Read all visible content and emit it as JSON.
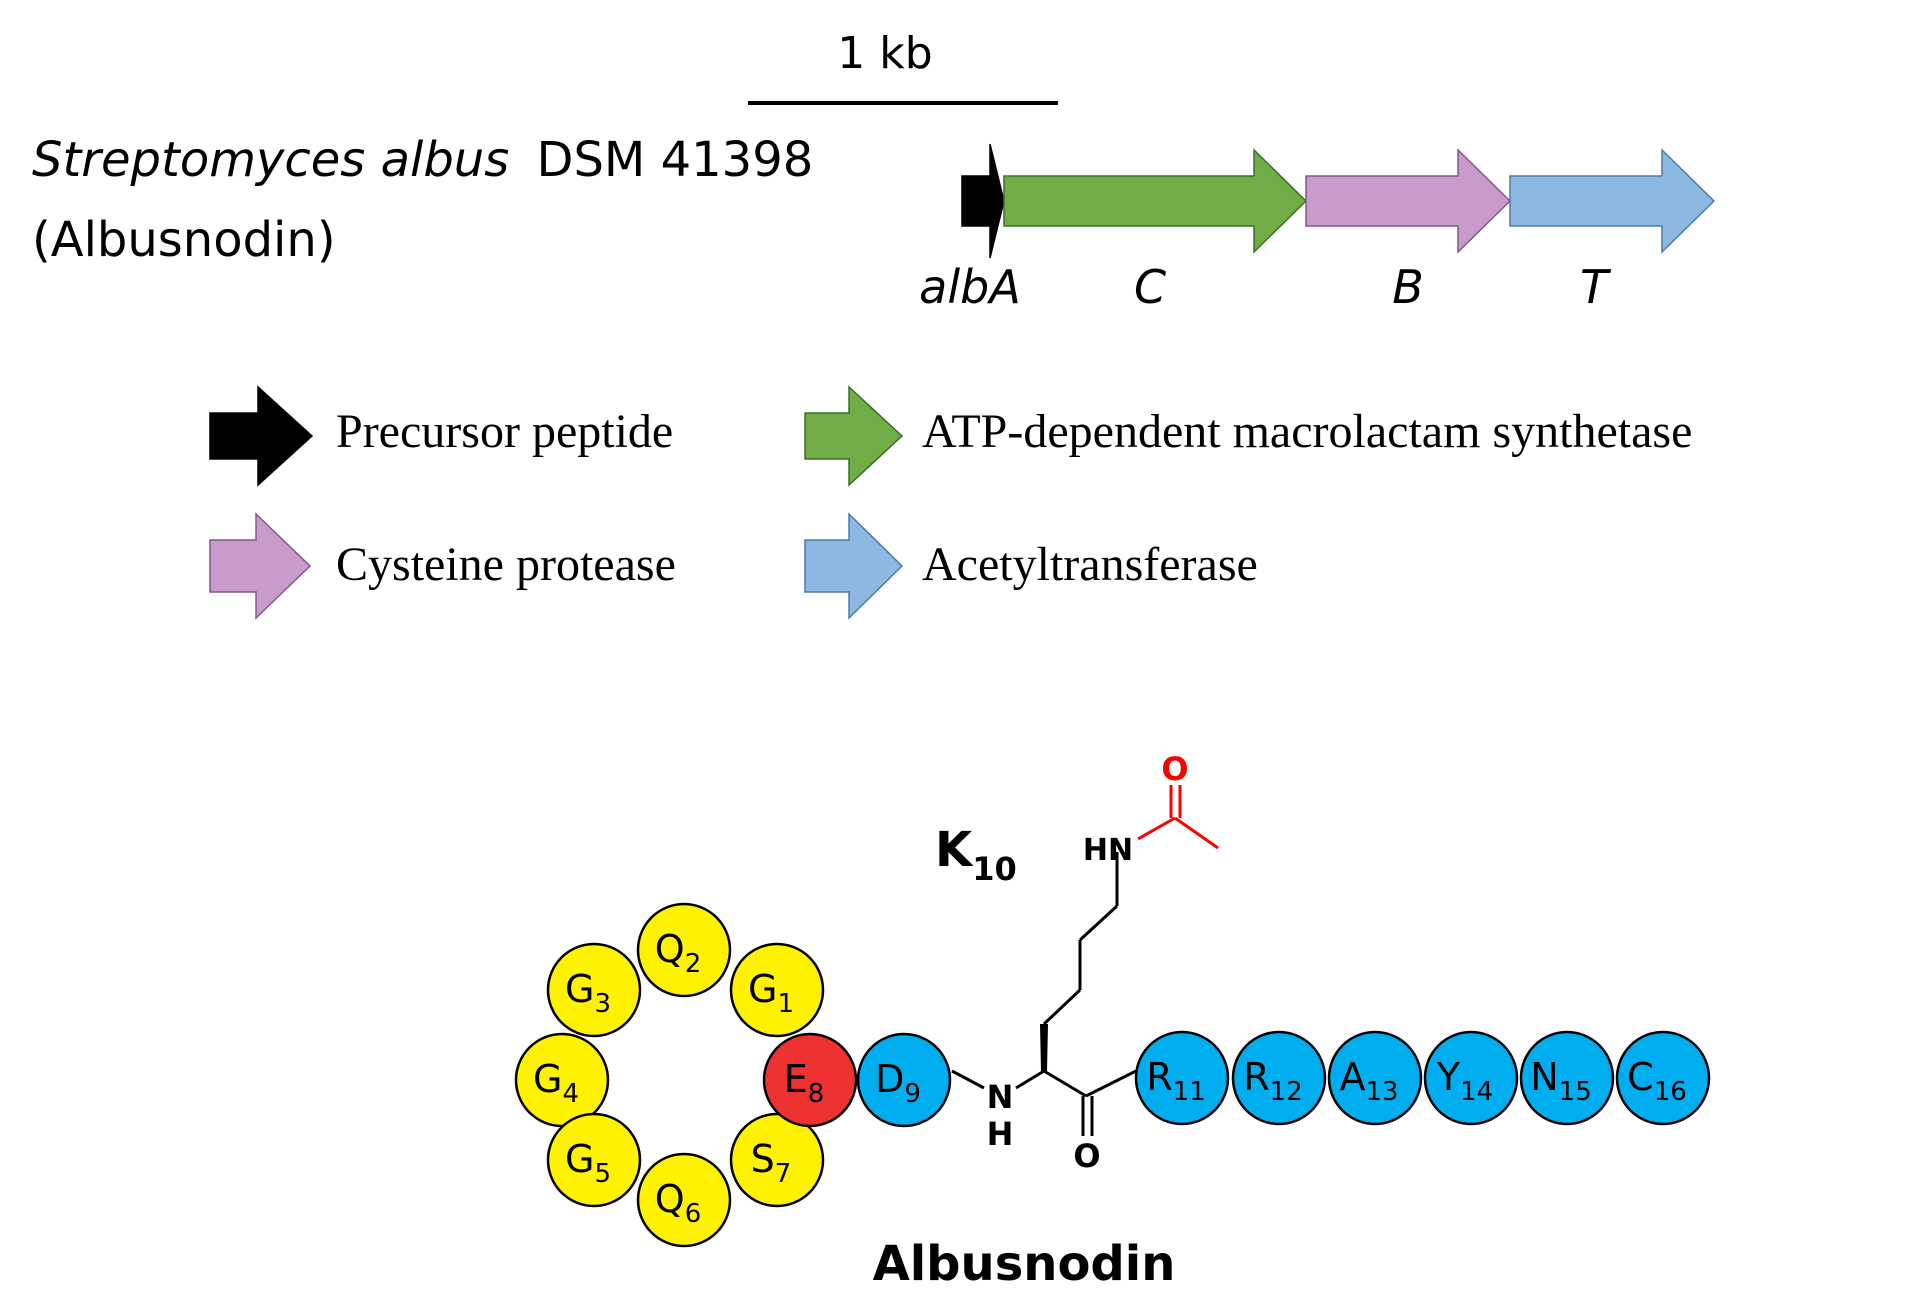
{
  "scale_bar": {
    "label": "1 kb"
  },
  "organism": {
    "genus_species": "Streptomyces albus",
    "strain": "DSM 41398",
    "product": "(Albusnodin)"
  },
  "genes": [
    {
      "name": "albA",
      "color": "#000000",
      "label": "albA"
    },
    {
      "name": "C",
      "color": "#70AD47",
      "label": "C"
    },
    {
      "name": "B",
      "color": "#C99ACB",
      "label": "B"
    },
    {
      "name": "T",
      "color": "#8DB8E2",
      "label": "T"
    }
  ],
  "legend": [
    {
      "color": "#000000",
      "label": "Precursor peptide"
    },
    {
      "color": "#70AD47",
      "label": "ATP-dependent macrolactam synthetase"
    },
    {
      "color": "#C99ACB",
      "label": "Cysteine protease"
    },
    {
      "color": "#8DB8E2",
      "label": "Acetyltransferase"
    }
  ],
  "structure": {
    "title": "Albusnodin",
    "lysine_label": {
      "letter": "K",
      "index": "10"
    },
    "ring_residues": [
      {
        "letter": "G",
        "index": "1"
      },
      {
        "letter": "Q",
        "index": "2"
      },
      {
        "letter": "G",
        "index": "3"
      },
      {
        "letter": "G",
        "index": "4"
      },
      {
        "letter": "G",
        "index": "5"
      },
      {
        "letter": "Q",
        "index": "6"
      },
      {
        "letter": "S",
        "index": "7"
      }
    ],
    "anchor_residue": {
      "letter": "E",
      "index": "8"
    },
    "d_residue": {
      "letter": "D",
      "index": "9"
    },
    "tail_residues": [
      {
        "letter": "R",
        "index": "11"
      },
      {
        "letter": "R",
        "index": "12"
      },
      {
        "letter": "A",
        "index": "13"
      },
      {
        "letter": "Y",
        "index": "14"
      },
      {
        "letter": "N",
        "index": "15"
      },
      {
        "letter": "C",
        "index": "16"
      }
    ],
    "atoms": {
      "nh_n": "N",
      "nh_h": "H",
      "carbonyl_o": "O",
      "hn": "HN",
      "acetyl_o": "O"
    },
    "colors": {
      "ring": "#FFF200",
      "anchor": "#EE3131",
      "tail": "#00AEEF",
      "acetyl": "#FF0000"
    }
  }
}
